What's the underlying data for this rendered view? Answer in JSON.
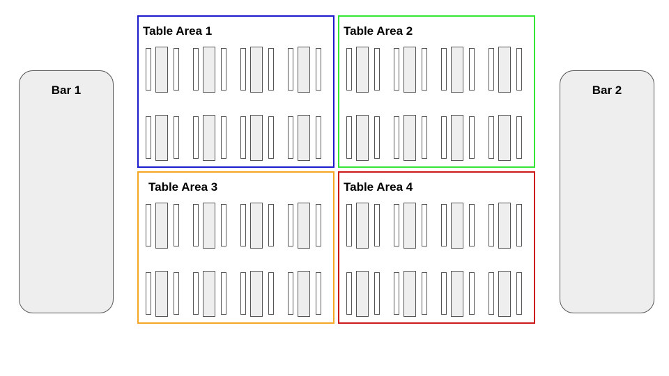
{
  "bars": [
    {
      "id": "bar-1",
      "label": "Bar 1"
    },
    {
      "id": "bar-2",
      "label": "Bar 2"
    }
  ],
  "areas": [
    {
      "id": "area-1",
      "title": "Table Area 1",
      "color": "#1a1acc"
    },
    {
      "id": "area-2",
      "title": "Table Area 2",
      "color": "#33e633"
    },
    {
      "id": "area-3",
      "title": "Table Area 3",
      "color": "#f5a623"
    },
    {
      "id": "area-4",
      "title": "Table Area 4",
      "color": "#cc1a1a"
    }
  ],
  "tables_per_area": 8,
  "colors": {
    "fill": "#eeeeee",
    "outline": "#555555"
  }
}
